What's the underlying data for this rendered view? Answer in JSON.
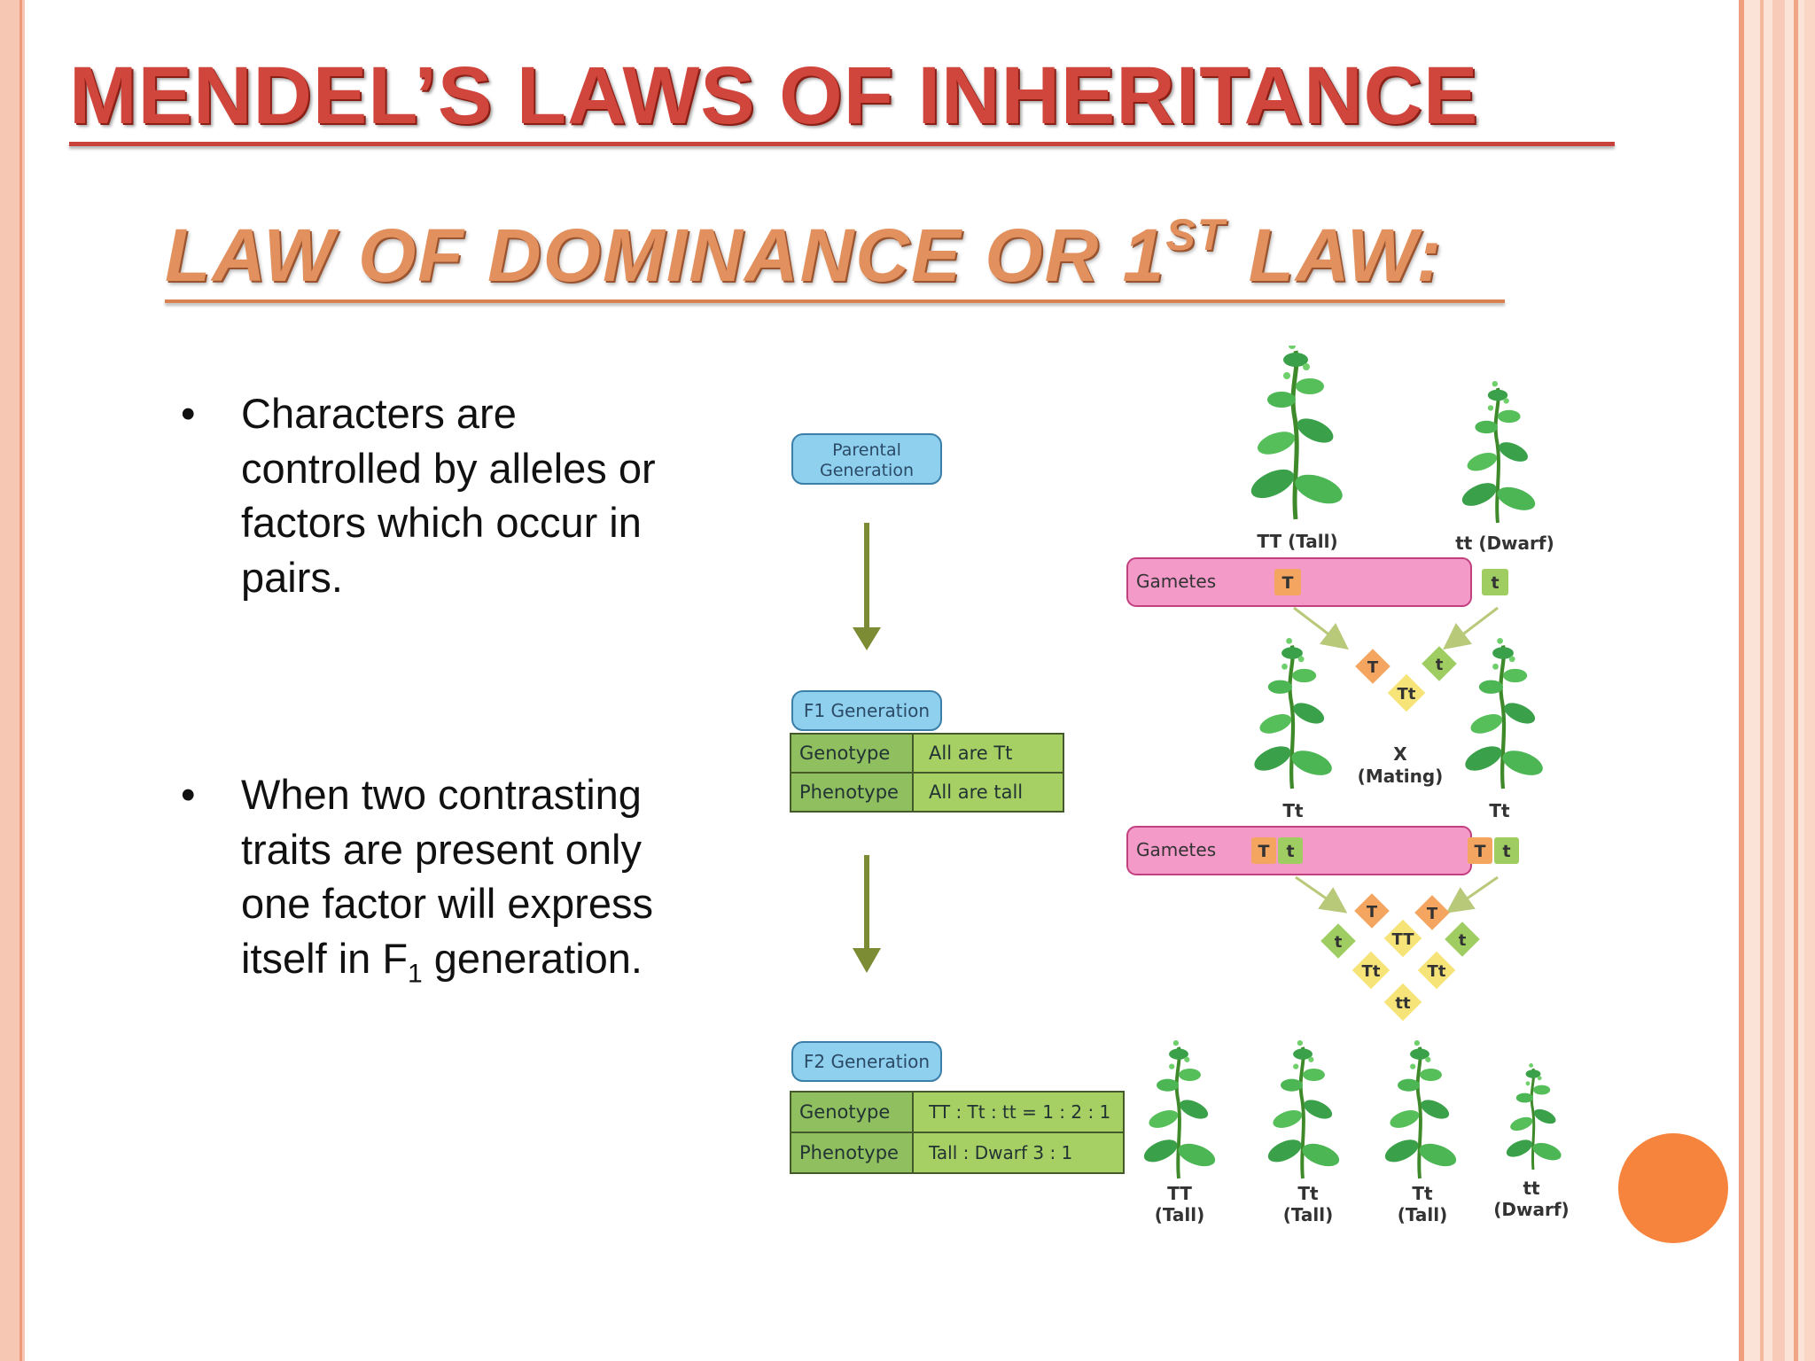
{
  "title": "MENDEL’S LAWS OF INHERITANCE",
  "subtitle": {
    "text": "LAW OF DOMINANCE OR 1",
    "sup": "ST",
    "tail": " LAW:"
  },
  "bullets": [
    {
      "marker": "•",
      "text": "Characters are controlled by alleles or factors which occur in pairs."
    },
    {
      "marker": "•",
      "text": "When two contrasting traits are present only one factor will express itself in F",
      "sub": "1",
      "tail": " generation."
    }
  ],
  "diagram": {
    "parental_label": "Parental Generation",
    "parental_line1": "Parental",
    "parental_line2": "Generation",
    "parents": [
      {
        "label": "TT (Tall)"
      },
      {
        "label": "tt (Dwarf)"
      }
    ],
    "gametes_label": "Gametes",
    "parent_gametes": [
      "T",
      "t"
    ],
    "f1_cross_gametes": [
      "T",
      "t"
    ],
    "f1_zygote": "Tt",
    "f1_plants": [
      "Tt",
      "Tt"
    ],
    "mating": {
      "x": "X",
      "label": "(Mating)"
    },
    "f1_gametes_left": [
      "T",
      "t"
    ],
    "f1_gametes_right": [
      "T",
      "t"
    ],
    "f2_cross": {
      "top": [
        "T",
        "T"
      ],
      "side": [
        "t",
        "t"
      ],
      "inner": [
        "TT",
        "Tt",
        "Tt",
        "tt"
      ]
    },
    "f1_generation": {
      "label": "F1 Generation",
      "rows": [
        {
          "key": "Genotype",
          "value": "All are Tt"
        },
        {
          "key": "Phenotype",
          "value": "All are tall"
        }
      ]
    },
    "f2_generation": {
      "label": "F2 Generation",
      "rows": [
        {
          "key": "Genotype",
          "value": "TT : Tt : tt = 1 : 2 : 1"
        },
        {
          "key": "Phenotype",
          "value": "Tall : Dwarf 3 : 1"
        }
      ]
    },
    "f2_plants": [
      {
        "geno": "TT",
        "pheno": "(Tall)"
      },
      {
        "geno": "Tt",
        "pheno": "(Tall)"
      },
      {
        "geno": "Tt",
        "pheno": "(Tall)"
      },
      {
        "geno": "tt",
        "pheno": "(Dwarf)"
      }
    ]
  },
  "colors": {
    "title": "#d0453c",
    "subtitle": "#e2915e",
    "gamete_bar": "#f39ac9",
    "label_box": "#8fd0ef",
    "table_green": "#9fc55f",
    "arrow": "#7c8c34",
    "allele_T": "#f4a55f",
    "allele_t": "#9fcd62",
    "zygote": "#f6e479",
    "accent_circle": "#f7843c"
  }
}
